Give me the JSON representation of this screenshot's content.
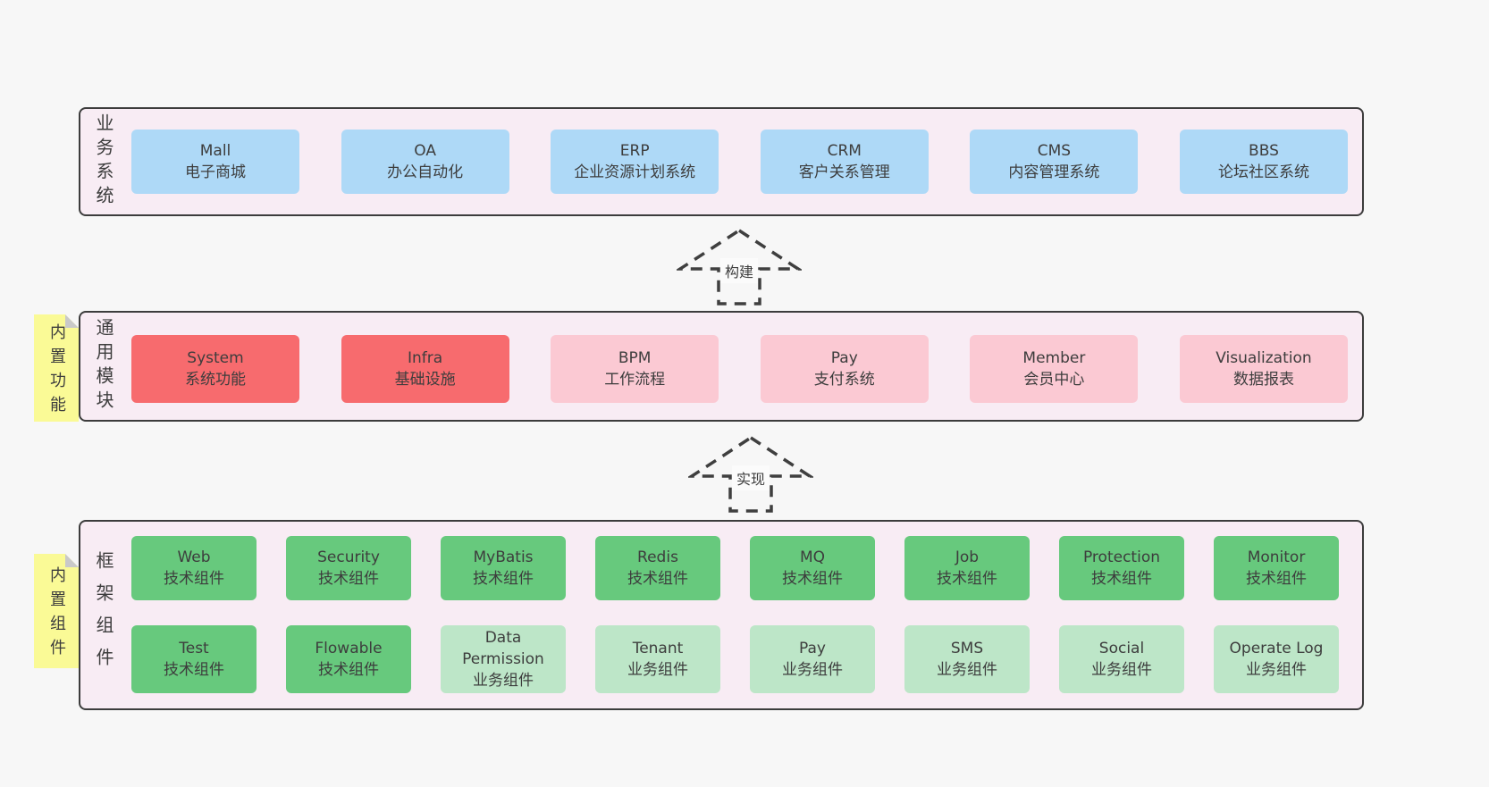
{
  "colors": {
    "page_bg": "#f7f7f7",
    "layer_bg": "#f8ecf4",
    "layer_border": "#3c3c3c",
    "blue_box": "#aed9f7",
    "red_box": "#f76b6e",
    "pink_box": "#fbc9d3",
    "green_box": "#67c97d",
    "light_green_box": "#bde6c8",
    "sticky_bg": "#fafa96",
    "sticky_fold": "#c9c9c9",
    "text": "#3d3d3d"
  },
  "arrows": [
    {
      "label": "构建"
    },
    {
      "label": "实现"
    }
  ],
  "layer1": {
    "label": "业务系统",
    "boxes": [
      {
        "name": "Mall",
        "desc": "电子商城",
        "variant": "blue"
      },
      {
        "name": "OA",
        "desc": "办公自动化",
        "variant": "blue"
      },
      {
        "name": "ERP",
        "desc": "企业资源计划系统",
        "variant": "blue"
      },
      {
        "name": "CRM",
        "desc": "客户关系管理",
        "variant": "blue"
      },
      {
        "name": "CMS",
        "desc": "内容管理系统",
        "variant": "blue"
      },
      {
        "name": "BBS",
        "desc": "论坛社区系统",
        "variant": "blue"
      }
    ]
  },
  "layer2": {
    "label": "通用模块",
    "sticky": "内置功能",
    "boxes": [
      {
        "name": "System",
        "desc": "系统功能",
        "variant": "red"
      },
      {
        "name": "Infra",
        "desc": "基础设施",
        "variant": "red"
      },
      {
        "name": "BPM",
        "desc": "工作流程",
        "variant": "pink"
      },
      {
        "name": "Pay",
        "desc": "支付系统",
        "variant": "pink"
      },
      {
        "name": "Member",
        "desc": "会员中心",
        "variant": "pink"
      },
      {
        "name": "Visualization",
        "desc": "数据报表",
        "variant": "pink"
      }
    ]
  },
  "layer3": {
    "label": "框架组件",
    "sticky": "内置组件",
    "row1": [
      {
        "name": "Web",
        "desc": "技术组件",
        "variant": "green"
      },
      {
        "name": "Security",
        "desc": "技术组件",
        "variant": "green"
      },
      {
        "name": "MyBatis",
        "desc": "技术组件",
        "variant": "green"
      },
      {
        "name": "Redis",
        "desc": "技术组件",
        "variant": "green"
      },
      {
        "name": "MQ",
        "desc": "技术组件",
        "variant": "green"
      },
      {
        "name": "Job",
        "desc": "技术组件",
        "variant": "green"
      },
      {
        "name": "Protection",
        "desc": "技术组件",
        "variant": "green"
      },
      {
        "name": "Monitor",
        "desc": "技术组件",
        "variant": "green"
      }
    ],
    "row2": [
      {
        "name": "Test",
        "desc": "技术组件",
        "variant": "green"
      },
      {
        "name": "Flowable",
        "desc": "技术组件",
        "variant": "green"
      },
      {
        "name": "Data Permission",
        "desc": "业务组件",
        "variant": "lightgreen"
      },
      {
        "name": "Tenant",
        "desc": "业务组件",
        "variant": "lightgreen"
      },
      {
        "name": "Pay",
        "desc": "业务组件",
        "variant": "lightgreen"
      },
      {
        "name": "SMS",
        "desc": "业务组件",
        "variant": "lightgreen"
      },
      {
        "name": "Social",
        "desc": "业务组件",
        "variant": "lightgreen"
      },
      {
        "name": "Operate Log",
        "desc": "业务组件",
        "variant": "lightgreen"
      }
    ]
  }
}
